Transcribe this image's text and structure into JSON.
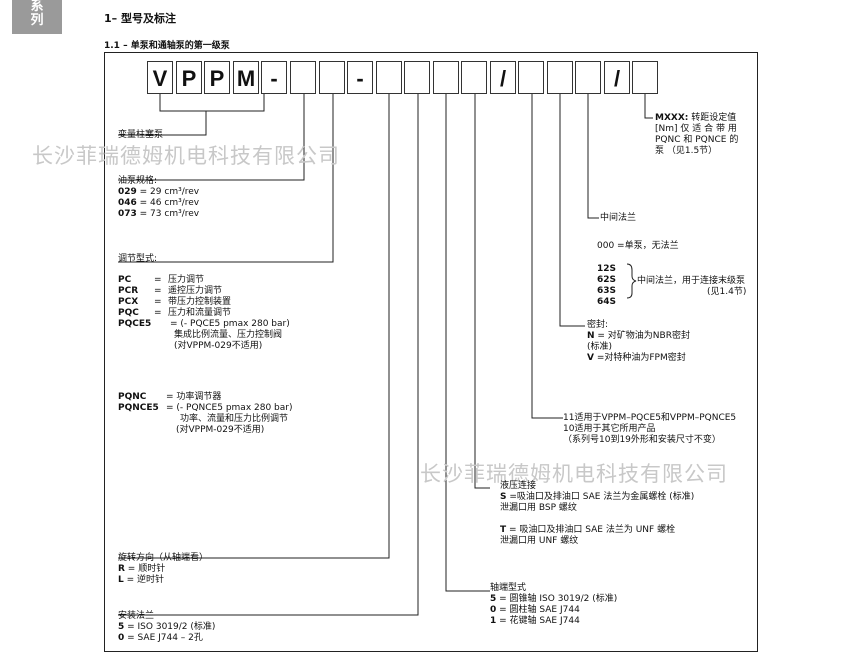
{
  "header": {
    "series_tab": [
      "系",
      "列"
    ]
  },
  "section_title": "1– 型号及标注",
  "subsection_title": "1.1 – 单泵和通轴泵的第一级泵",
  "code_cells": [
    "V",
    "P",
    "P",
    "M",
    "-",
    "",
    "",
    "-",
    "",
    "",
    "",
    "",
    "/",
    "",
    "",
    "",
    "/",
    ""
  ],
  "watermarks": [
    "长沙菲瑞德姆机电科技有限公司",
    "长沙菲瑞德姆机电科技有限公司"
  ],
  "left": {
    "pump_type": "变量柱塞泵",
    "size_title": "油泵规格:",
    "sizes": [
      {
        "code": "029",
        "rest": " = 29 cm³/rev"
      },
      {
        "code": "046",
        "rest": " = 46 cm³/rev"
      },
      {
        "code": "073",
        "rest": " = 73 cm³/rev"
      }
    ],
    "control_title": "调节型式:",
    "controls": [
      {
        "code": "PC",
        "eq": "=",
        "desc": "压力调节"
      },
      {
        "code": "PCR",
        "eq": "=",
        "desc": "遥控压力调节"
      },
      {
        "code": "PCX",
        "eq": "=",
        "desc": "带压力控制装置"
      },
      {
        "code": "PQC",
        "eq": "=",
        "desc": "压力和流量调节"
      }
    ],
    "pqce5_code": "PQCE5",
    "pqce5_line1": "= (- PQCE5 pmax 280 bar)",
    "pqce5_line2": "集成比例流量、压力控制阀",
    "pqce5_line3": "(对VPPM-029不适用)",
    "pqnc_code": "PQNC",
    "pqnc_desc": "= 功率调节器",
    "pqnce5_code": "PQNCE5",
    "pqnce5_line1": "= (- PQNCE5 pmax 280 bar)",
    "pqnce5_line2": "功率、流量和压力比例调节",
    "pqnce5_line3": "(对VPPM-029不适用)",
    "rotation_title": "旋转方向（从轴端看）",
    "rotation_r_code": "R",
    "rotation_r": " = 顺时针",
    "rotation_l_code": "L",
    "rotation_l": " = 逆时针",
    "mount_title": "安装法兰",
    "mount_5_code": "5",
    "mount_5": " = ISO 3019/2 (标准)",
    "mount_0_code": "0",
    "mount_0": " = SAE J744 – 2孔"
  },
  "right": {
    "mxxx_code": "MXXX:",
    "mxxx_line1": "转距设定值",
    "mxxx_line2": "[Nm] 仅 适 合 带 用",
    "mxxx_line3": "PQNC 和 PQNCE 的",
    "mxxx_line4": "泵 （见1.5节）",
    "mid_flange": "中间法兰",
    "flange_000": "000 =单泵，无法兰",
    "flange_codes": [
      "12S",
      "62S",
      "63S",
      "64S"
    ],
    "flange_desc1": "中间法兰，用于连接末级泵",
    "flange_desc2": "(见1.4节)",
    "seal_title": "密封:",
    "seal_n_code": "N",
    "seal_n": " = 对矿物油为NBR密封",
    "seal_n2": "(标准)",
    "seal_v_code": "V",
    "seal_v": " =对特种油为FPM密封",
    "series_line1": "11适用于VPPM–PQCE5和VPPM–PQNCE5",
    "series_line2": "10适用于其它所用产品",
    "series_line3": "（系列号10到19外形和安装尺寸不变）",
    "hyd_title": "液压连接",
    "hyd_s_code": "S",
    "hyd_s": " =吸油口及排油口 SAE 法兰为金属螺栓 (标准)",
    "hyd_s2": "泄漏口用 BSP 螺纹",
    "hyd_t_code": "T",
    "hyd_t": " = 吸油口及排油口 SAE 法兰为 UNF 螺栓",
    "hyd_t2": "泄漏口用 UNF 螺纹",
    "shaft_title": "轴端型式",
    "shaft_5_code": "5",
    "shaft_5": " = 圆锥轴  ISO 3019/2 (标准)",
    "shaft_0_code": "0",
    "shaft_0": " = 圆柱轴  SAE J744",
    "shaft_1_code": "1",
    "shaft_1": " = 花键轴  SAE J744"
  }
}
